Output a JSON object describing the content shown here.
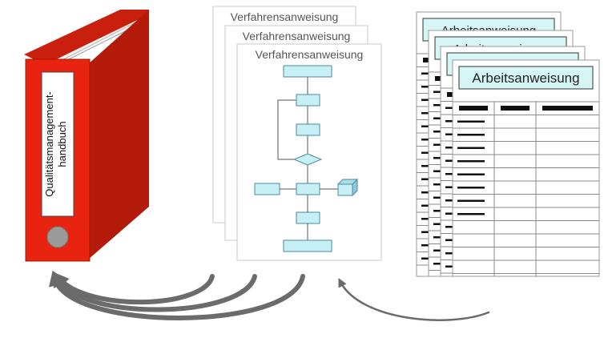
{
  "binder": {
    "spine_label_line1": "Qualitätsmanagement-",
    "spine_label_line2": "handbuch",
    "color": "#e8230f",
    "color_dark": "#b51b0b"
  },
  "procedure_docs": {
    "titles": [
      "Verfahrensanweisung",
      "Verfahrensanweisung",
      "Verfahrensanweisung"
    ]
  },
  "work_instructions": {
    "titles": [
      "Arbeitsanweisung",
      "Arbeitsanweisung",
      "Arbeitsanweisung",
      "Arbeitsanweisung"
    ],
    "header_fill": "#d6f6f6"
  },
  "flowchart": {
    "fill": "#c6f0f6",
    "stroke": "#4a8aa0"
  },
  "arrow_color": "#6b6b6b"
}
